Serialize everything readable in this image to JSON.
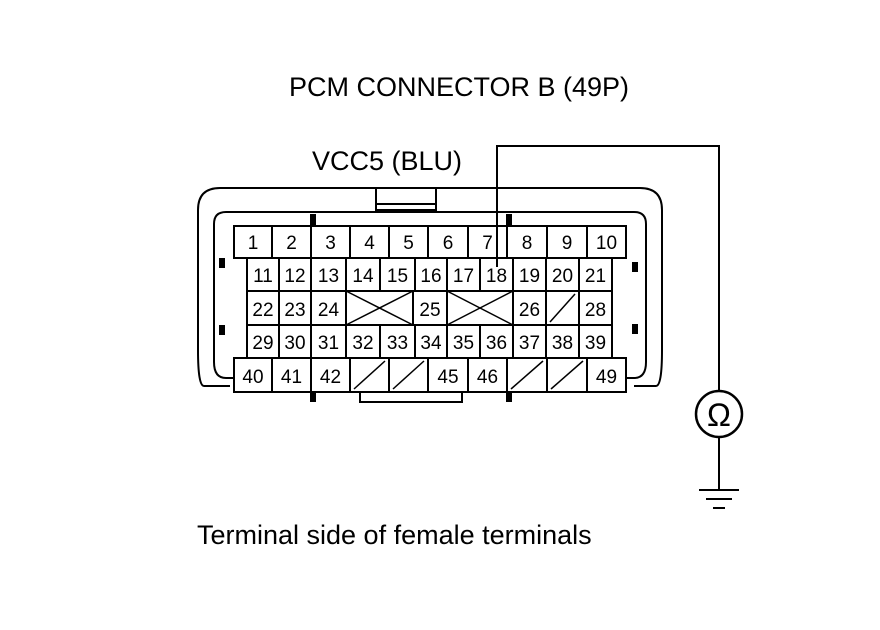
{
  "title": "PCM CONNECTOR B (49P)",
  "wire_label": "VCC5 (BLU)",
  "caption": "Terminal side of female terminals",
  "meter_symbol": "Ω",
  "probe_terminal": "18",
  "rows": [
    [
      "1",
      "2",
      "3",
      "4",
      "5",
      "6",
      "7",
      "8",
      "9",
      "10"
    ],
    [
      "11",
      "12",
      "13",
      "14",
      "15",
      "16",
      "17",
      "18",
      "19",
      "20",
      "21"
    ],
    [
      "22",
      "23",
      "24",
      "",
      "25",
      "",
      "26",
      "",
      "28"
    ],
    [
      "29",
      "30",
      "31",
      "32",
      "33",
      "34",
      "35",
      "36",
      "37",
      "38",
      "39"
    ],
    [
      "40",
      "41",
      "42",
      "",
      "",
      "45",
      "46",
      "",
      "",
      "49"
    ]
  ],
  "cavities": {
    "r3_x": [
      "between 24 and 25",
      "between 25 and 26"
    ],
    "r3_slash": [
      "27 (unused)"
    ],
    "r5_slash": [
      "43",
      "44",
      "47",
      "48"
    ]
  }
}
